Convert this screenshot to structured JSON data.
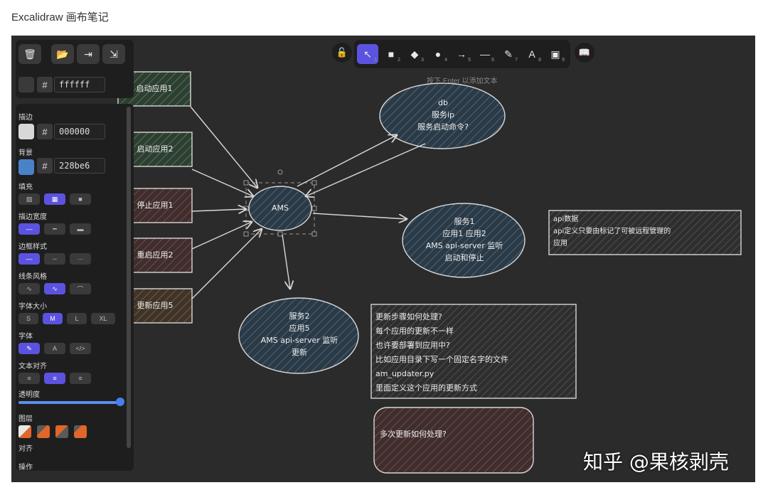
{
  "page": {
    "title": "Excalidraw 画布笔记"
  },
  "file_panel": {
    "icons": [
      "trash-icon",
      "folder-open-icon",
      "export-icon",
      "export-image-icon"
    ],
    "background": {
      "color": "#ffffff",
      "hex": "ffffff"
    }
  },
  "props": {
    "stroke": {
      "label": "描边",
      "color": "#000000",
      "hex": "000000"
    },
    "background": {
      "label": "背景",
      "color": "#228be6",
      "hex": "228be6"
    },
    "fill": {
      "label": "填充"
    },
    "stroke_width": {
      "label": "描边宽度"
    },
    "stroke_style": {
      "label": "边框样式"
    },
    "sloppiness": {
      "label": "线条风格"
    },
    "font_size": {
      "label": "字体大小",
      "options": [
        "S",
        "M",
        "L",
        "XL"
      ],
      "selected": "M"
    },
    "font_family": {
      "label": "字体",
      "options": [
        "✎",
        "A",
        "</>"
      ]
    },
    "text_align": {
      "label": "文本对齐"
    },
    "opacity": {
      "label": "透明度",
      "value": 100
    },
    "layers": {
      "label": "图层"
    },
    "align": {
      "label": "对齐"
    },
    "actions": {
      "label": "操作"
    }
  },
  "toolbar": {
    "tools": [
      {
        "icon": "selection-icon",
        "glyph": "↖",
        "num": "1",
        "active": true
      },
      {
        "icon": "rectangle-icon",
        "glyph": "■",
        "num": "2"
      },
      {
        "icon": "diamond-icon",
        "glyph": "◆",
        "num": "3"
      },
      {
        "icon": "ellipse-icon",
        "glyph": "●",
        "num": "4"
      },
      {
        "icon": "arrow-icon",
        "glyph": "→",
        "num": "5"
      },
      {
        "icon": "line-icon",
        "glyph": "—",
        "num": "6"
      },
      {
        "icon": "pencil-icon",
        "glyph": "✎",
        "num": "7"
      },
      {
        "icon": "text-icon",
        "glyph": "A",
        "num": "8"
      },
      {
        "icon": "image-icon",
        "glyph": "▣",
        "num": "9"
      }
    ],
    "hint": "按下 Enter 以添加文本"
  },
  "canvas": {
    "left_boxes": [
      "启动应用1",
      "启动应用2",
      "停止应用1",
      "重启应用2",
      "更新应用5"
    ],
    "db_node": [
      "db",
      "服务ip",
      "服务启动命令?"
    ],
    "center_node": "AMS",
    "service1_node": [
      "服务1",
      "应用1 应用2",
      "AMS api-server 监听",
      "启动和停止"
    ],
    "service1_note": [
      "api数据",
      "api定义只要由标记了可被远程管理的",
      "应用"
    ],
    "service2_node": [
      "服务2",
      "应用5",
      "AMS api-server 监听",
      "更新"
    ],
    "update_note": [
      "更新步骤如何处理?",
      "每个应用的更新不一样",
      "也许要部署到应用中?",
      "比如应用目录下写一个固定名字的文件",
      "am_updater.py",
      "里面定义这个应用的更新方式"
    ],
    "question_box": "多次更新如何处理?"
  },
  "watermark": "知乎 @果核剥壳"
}
